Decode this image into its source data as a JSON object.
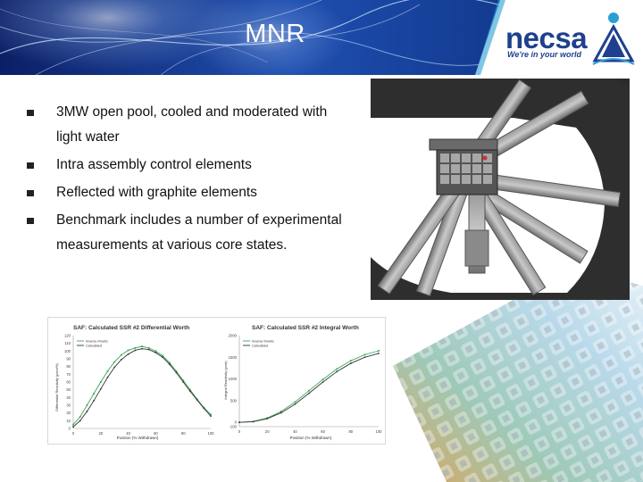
{
  "header": {
    "title": "MNR",
    "logo_name": "necsa",
    "logo_tagline": "We're in your world"
  },
  "bullets": [
    "3MW open pool, cooled and moderated with light water",
    "Intra assembly control elements",
    "Reflected with graphite elements",
    "Benchmark includes a number of experimental measurements at various core states."
  ],
  "colors": {
    "logo_blue": "#1f3f8f",
    "series_green": "#3aa655",
    "series_dark": "#333333"
  },
  "icons": {
    "bullet": "square-bullet-icon",
    "logo": "necsa-pyramid-icon"
  },
  "chart_data": [
    {
      "type": "line",
      "title": "SAF: Calculated SSR #2 Differential Worth",
      "xlabel": "Position (% Withdrawn)",
      "ylabel": "Differential Reactivity (pcm/%)",
      "xlim": [
        0,
        100
      ],
      "ylim": [
        0,
        120
      ],
      "xticks": [
        "0",
        "20",
        "40",
        "60",
        "80",
        "100"
      ],
      "yticks": [
        "0",
        "10",
        "20",
        "30",
        "40",
        "50",
        "60",
        "70",
        "80",
        "90",
        "100",
        "110",
        "120"
      ],
      "legend": "top-left",
      "grid": false,
      "series": [
        {
          "name": "Inverse Kinetic",
          "color": "#3aa655",
          "x": [
            0,
            5,
            10,
            15,
            20,
            25,
            30,
            35,
            40,
            45,
            50,
            55,
            60,
            65,
            70,
            75,
            80,
            85,
            90,
            95,
            100
          ],
          "y": [
            5,
            15,
            30,
            45,
            60,
            74,
            86,
            95,
            101,
            104,
            106,
            104,
            100,
            94,
            85,
            74,
            62,
            50,
            38,
            27,
            18
          ]
        },
        {
          "name": "Calculated",
          "color": "#333333",
          "x": [
            0,
            5,
            10,
            15,
            20,
            25,
            30,
            35,
            40,
            45,
            50,
            55,
            60,
            65,
            70,
            75,
            80,
            85,
            90,
            95,
            100
          ],
          "y": [
            2,
            10,
            22,
            36,
            51,
            66,
            79,
            89,
            96,
            101,
            103,
            102,
            98,
            92,
            83,
            72,
            60,
            48,
            37,
            26,
            16
          ]
        }
      ]
    },
    {
      "type": "line",
      "title": "SAF: Calculated SSR #2 Integral Worth",
      "xlabel": "Position (% Withdrawn)",
      "ylabel": "Integral Reactivity (pcm)",
      "xlim": [
        0,
        100
      ],
      "ylim": [
        -100,
        2000
      ],
      "xticks": [
        "0",
        "20",
        "40",
        "60",
        "80",
        "100"
      ],
      "yticks": [
        "-100",
        "0",
        "500",
        "1000",
        "1500",
        "2000"
      ],
      "legend": "top-left",
      "grid": false,
      "series": [
        {
          "name": "Inverse Kinetic",
          "color": "#3aa655",
          "x": [
            0,
            10,
            20,
            30,
            40,
            50,
            60,
            70,
            80,
            90,
            100
          ],
          "y": [
            0,
            20,
            100,
            250,
            470,
            730,
            990,
            1230,
            1420,
            1560,
            1650
          ]
        },
        {
          "name": "Calculated",
          "color": "#333333",
          "x": [
            0,
            10,
            20,
            30,
            40,
            50,
            60,
            70,
            80,
            90,
            100
          ],
          "y": [
            0,
            15,
            85,
            220,
            420,
            670,
            930,
            1170,
            1360,
            1500,
            1590
          ]
        }
      ]
    }
  ]
}
